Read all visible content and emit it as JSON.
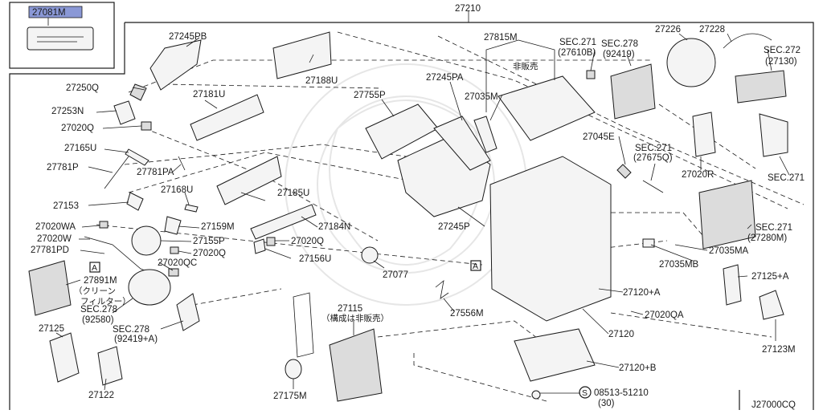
{
  "diagram": {
    "code": "J27000CQ",
    "inset": {
      "part": "27081M"
    },
    "main_part": "27210",
    "labels": [
      {
        "id": "27245PB",
        "text": "27245PB"
      },
      {
        "id": "27188U",
        "text": "27188U"
      },
      {
        "id": "27250Q",
        "text": "27250Q"
      },
      {
        "id": "27253N",
        "text": "27253N"
      },
      {
        "id": "27020Q-a",
        "text": "27020Q"
      },
      {
        "id": "27181U",
        "text": "27181U"
      },
      {
        "id": "27165U",
        "text": "27165U"
      },
      {
        "id": "27781P",
        "text": "27781P"
      },
      {
        "id": "27781PA",
        "text": "27781PA"
      },
      {
        "id": "27168U",
        "text": "27168U"
      },
      {
        "id": "27185U",
        "text": "27185U"
      },
      {
        "id": "27153",
        "text": "27153"
      },
      {
        "id": "27159M",
        "text": "27159M"
      },
      {
        "id": "27184N",
        "text": "27184N"
      },
      {
        "id": "27020WA",
        "text": "27020WA"
      },
      {
        "id": "27020W",
        "text": "27020W"
      },
      {
        "id": "27155P",
        "text": "27155P"
      },
      {
        "id": "27020Q-b",
        "text": "27020Q"
      },
      {
        "id": "27781PD",
        "text": "27781PD"
      },
      {
        "id": "27020Q-c",
        "text": "27020Q"
      },
      {
        "id": "27156U",
        "text": "27156U"
      },
      {
        "id": "27020QC",
        "text": "27020QC"
      },
      {
        "id": "27891M",
        "text": "27891M"
      },
      {
        "id": "filter-jp-1",
        "text": "（クリーン"
      },
      {
        "id": "filter-jp-2",
        "text": "フィルター）"
      },
      {
        "id": "sec278-92580-a",
        "text": "SEC.278"
      },
      {
        "id": "sec278-92580-b",
        "text": "(92580)"
      },
      {
        "id": "sec278-92419A-a",
        "text": "SEC.278"
      },
      {
        "id": "sec278-92419A-b",
        "text": "(92419+A)"
      },
      {
        "id": "27125",
        "text": "27125"
      },
      {
        "id": "27122",
        "text": "27122"
      },
      {
        "id": "27755P",
        "text": "27755P"
      },
      {
        "id": "27245PA",
        "text": "27245PA"
      },
      {
        "id": "27245P",
        "text": "27245P"
      },
      {
        "id": "27077",
        "text": "27077"
      },
      {
        "id": "27556M",
        "text": "27556M"
      },
      {
        "id": "27115",
        "text": "27115"
      },
      {
        "id": "27115-jp",
        "text": "（構成は非販売）"
      },
      {
        "id": "27175M",
        "text": "27175M"
      },
      {
        "id": "27815M",
        "text": "27815M"
      },
      {
        "id": "27815M-jp",
        "text": "非販売"
      },
      {
        "id": "27035M",
        "text": "27035M"
      },
      {
        "id": "sec271-27610B-a",
        "text": "SEC.271"
      },
      {
        "id": "sec271-27610B-b",
        "text": "(27610B)"
      },
      {
        "id": "sec278-92419-a",
        "text": "SEC.278"
      },
      {
        "id": "sec278-92419-b",
        "text": "(92419)"
      },
      {
        "id": "27226",
        "text": "27226"
      },
      {
        "id": "27228",
        "text": "27228"
      },
      {
        "id": "sec272-a",
        "text": "SEC.272"
      },
      {
        "id": "sec272-b",
        "text": "(27130)"
      },
      {
        "id": "27045E",
        "text": "27045E"
      },
      {
        "id": "sec271-27675Q-a",
        "text": "SEC.271"
      },
      {
        "id": "sec271-27675Q-b",
        "text": "(27675Q)"
      },
      {
        "id": "27020R",
        "text": "27020R"
      },
      {
        "id": "sec271-right",
        "text": "SEC.271"
      },
      {
        "id": "sec271-27280M-a",
        "text": "SEC.271"
      },
      {
        "id": "sec271-27280M-b",
        "text": "(27280M)"
      },
      {
        "id": "27035MA",
        "text": "27035MA"
      },
      {
        "id": "27035MB",
        "text": "27035MB"
      },
      {
        "id": "27120A",
        "text": "27120+A"
      },
      {
        "id": "27020QA",
        "text": "27020QA"
      },
      {
        "id": "27120",
        "text": "27120"
      },
      {
        "id": "27120B",
        "text": "27120+B"
      },
      {
        "id": "27125A",
        "text": "27125+A"
      },
      {
        "id": "27123M",
        "text": "27123M"
      },
      {
        "id": "screw-a",
        "text": "08513-51210"
      },
      {
        "id": "screw-b",
        "text": "(30)"
      },
      {
        "id": "screw-s",
        "text": "S"
      },
      {
        "id": "view-a-1",
        "text": "A"
      },
      {
        "id": "view-a-2",
        "text": "A"
      }
    ]
  }
}
